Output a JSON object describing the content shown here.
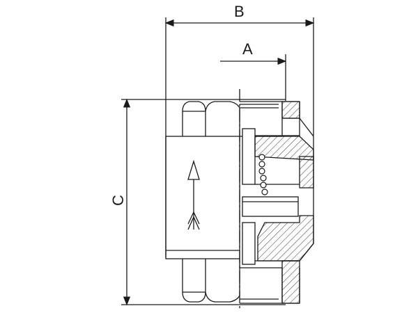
{
  "dimensions": {
    "a_label": "A",
    "b_label": "B",
    "c_label": "C"
  },
  "drawing": {
    "stroke_color": "#1a1a1a",
    "hatch_color": "#555555",
    "background": "#ffffff"
  },
  "flow_arrow": {
    "direction": "up"
  }
}
